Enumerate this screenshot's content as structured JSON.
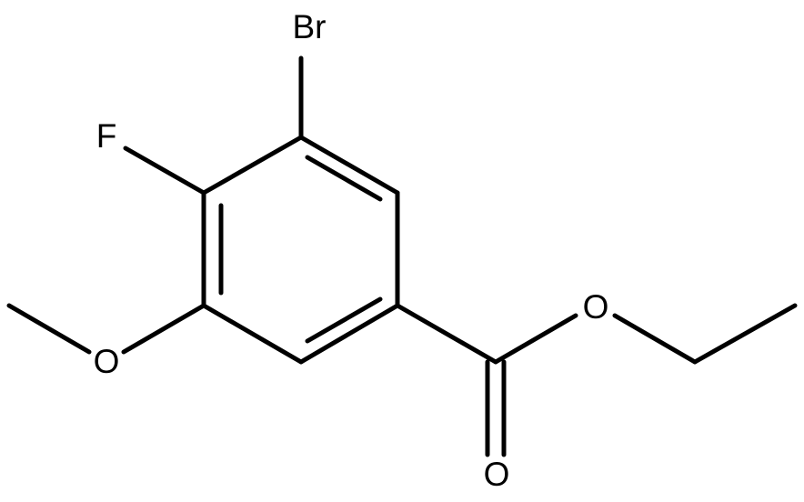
{
  "molecule": {
    "atoms": {
      "bromine": "Br",
      "fluorine": "F",
      "methoxy_oxygen": "O",
      "ester_oxygen": "O",
      "carbonyl_oxygen": "O"
    }
  }
}
